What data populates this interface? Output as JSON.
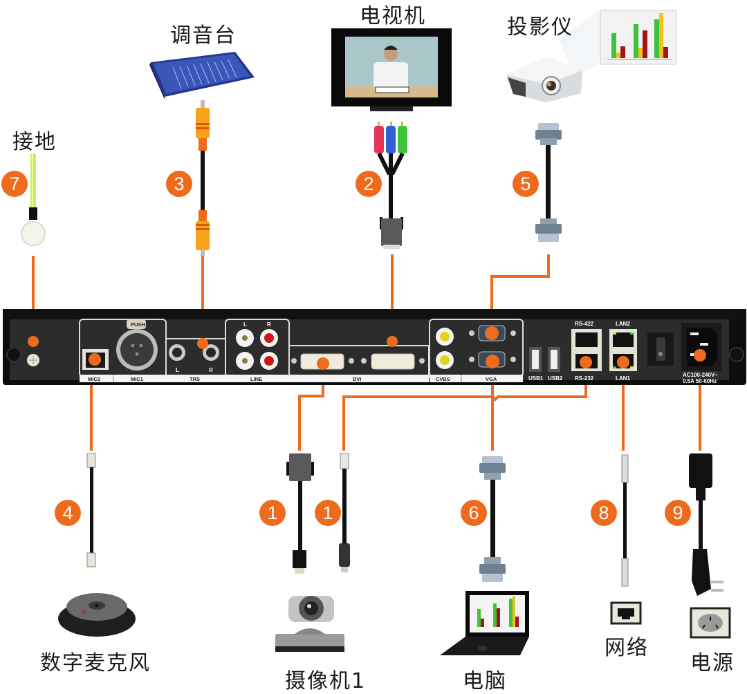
{
  "colors": {
    "accent": "#ee6a1c",
    "panel": "#2b2b2b",
    "panel_border": "#111111",
    "cable": "#111111"
  },
  "devices": {
    "ground": "接地",
    "mixer": "调音台",
    "tv": "电视机",
    "projector": "投影仪",
    "microphone": "数字麦克风",
    "camera": "摄像机1",
    "computer": "电脑",
    "network": "网络",
    "power": "电源"
  },
  "badges": {
    "ground": "7",
    "mixer": "3",
    "tv": "2",
    "projector": "5",
    "microphone": "4",
    "camera_dvi": "1",
    "camera_serial": "1",
    "computer": "6",
    "network": "8",
    "power": "9"
  },
  "panel": {
    "mic2": "MIC2",
    "mic1": "MIC1",
    "push": "PUSH",
    "trs": "TRS",
    "trs_l": "L",
    "trs_r": "R",
    "line": "LINE",
    "line_l": "L",
    "line_r": "R",
    "dvi": "DVI",
    "cvbs": "CVBS",
    "vga": "VGA",
    "usb1": "USB1",
    "usb2": "USB2",
    "rs422": "RS-422",
    "rs232": "RS-232",
    "lan2": "LAN2",
    "lan1": "LAN1",
    "power_rating_1": "AC100-240V~",
    "power_rating_2": "0.5A 50-60Hz"
  }
}
